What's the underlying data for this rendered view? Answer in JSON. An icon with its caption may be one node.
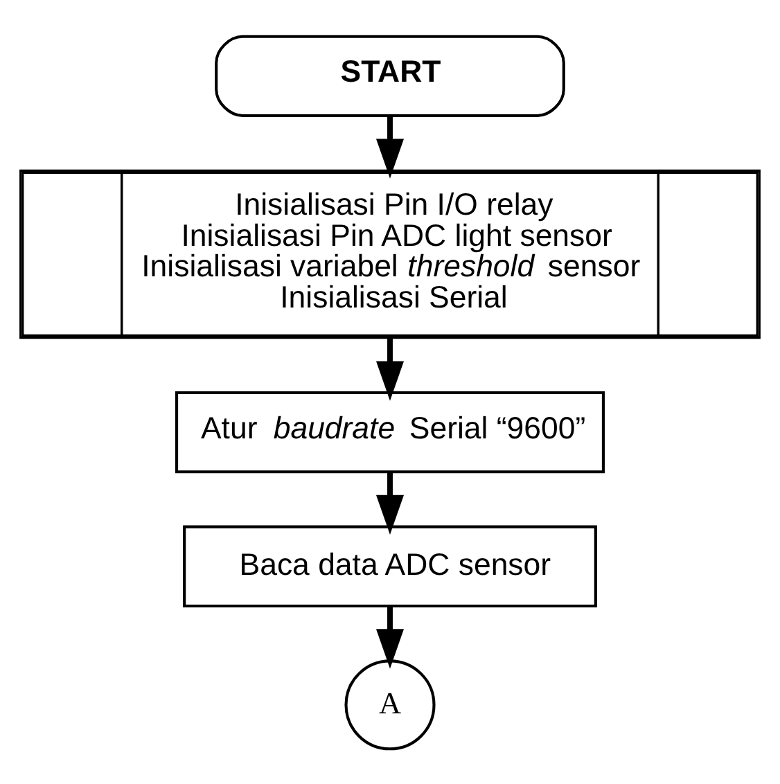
{
  "diagram": {
    "nodes": [
      {
        "text": [
          "START"
        ]
      },
      {
        "text": [
          "Inisialisasi Pin I/O relay",
          "Inisialisasi Pin ADC light sensor",
          "Inisialisasi variabel *threshold* sensor",
          "Inisialisasi Serial"
        ]
      },
      {
        "text": [
          "Atur *baudrate* Serial “9600”"
        ]
      },
      {
        "text": [
          "Baca data ADC sensor"
        ]
      },
      {
        "text": [
          "A"
        ]
      }
    ],
    "edges": [
      {
        "from": 0,
        "to": 1,
        "arrow": "to"
      },
      {
        "from": 1,
        "to": 2,
        "arrow": "to"
      },
      {
        "from": 2,
        "to": 3,
        "arrow": "to"
      },
      {
        "from": 3,
        "to": 4,
        "arrow": "to"
      }
    ]
  }
}
